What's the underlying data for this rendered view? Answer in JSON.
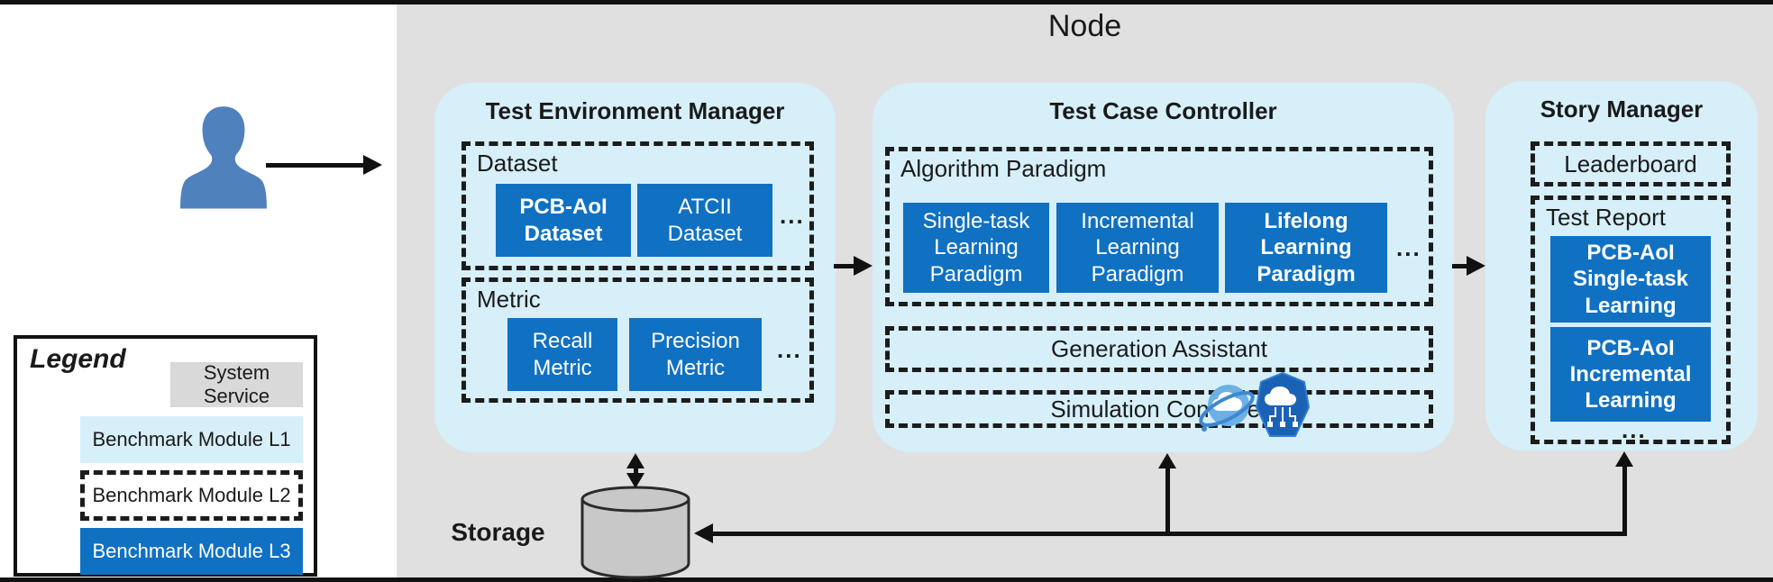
{
  "node_title": "Node",
  "colors": {
    "module_blue": "#1071c2",
    "container_light_blue": "#d6eff9",
    "node_gray": "#e0e0e0",
    "system_service_gray": "#d9d9d9",
    "person_blue": "#4f81bd"
  },
  "legend": {
    "title": "Legend",
    "system_service": "System Service",
    "module_l1": "Benchmark Module L1",
    "module_l2": "Benchmark Module L2",
    "module_l3": "Benchmark Module L3"
  },
  "storage": {
    "label": "Storage"
  },
  "tem": {
    "title": "Test Environment Manager",
    "dataset": {
      "label": "Dataset",
      "items": [
        "PCB-AoI Dataset",
        "ATCII Dataset"
      ],
      "more": "..."
    },
    "metric": {
      "label": "Metric",
      "items": [
        "Recall Metric",
        "Precision Metric"
      ],
      "more": "..."
    }
  },
  "tcc": {
    "title": "Test Case Controller",
    "algorithm_paradigm": {
      "label": "Algorithm Paradigm",
      "items": [
        "Single-task Learning Paradigm",
        "Incremental Learning Paradigm",
        "Lifelong Learning Paradigm"
      ],
      "more": "..."
    },
    "generation_assistant": "Generation Assistant",
    "simulation_controller": "Simulation Controller",
    "icons": [
      "cloud-orbit-icon",
      "cloud-network-polygon-icon"
    ]
  },
  "story": {
    "title": "Story Manager",
    "leaderboard": "Leaderboard",
    "test_report": {
      "label": "Test Report",
      "items": [
        "PCB-AoI Single-task Learning",
        "PCB-AoI Incremental Learning"
      ],
      "more": "..."
    }
  }
}
